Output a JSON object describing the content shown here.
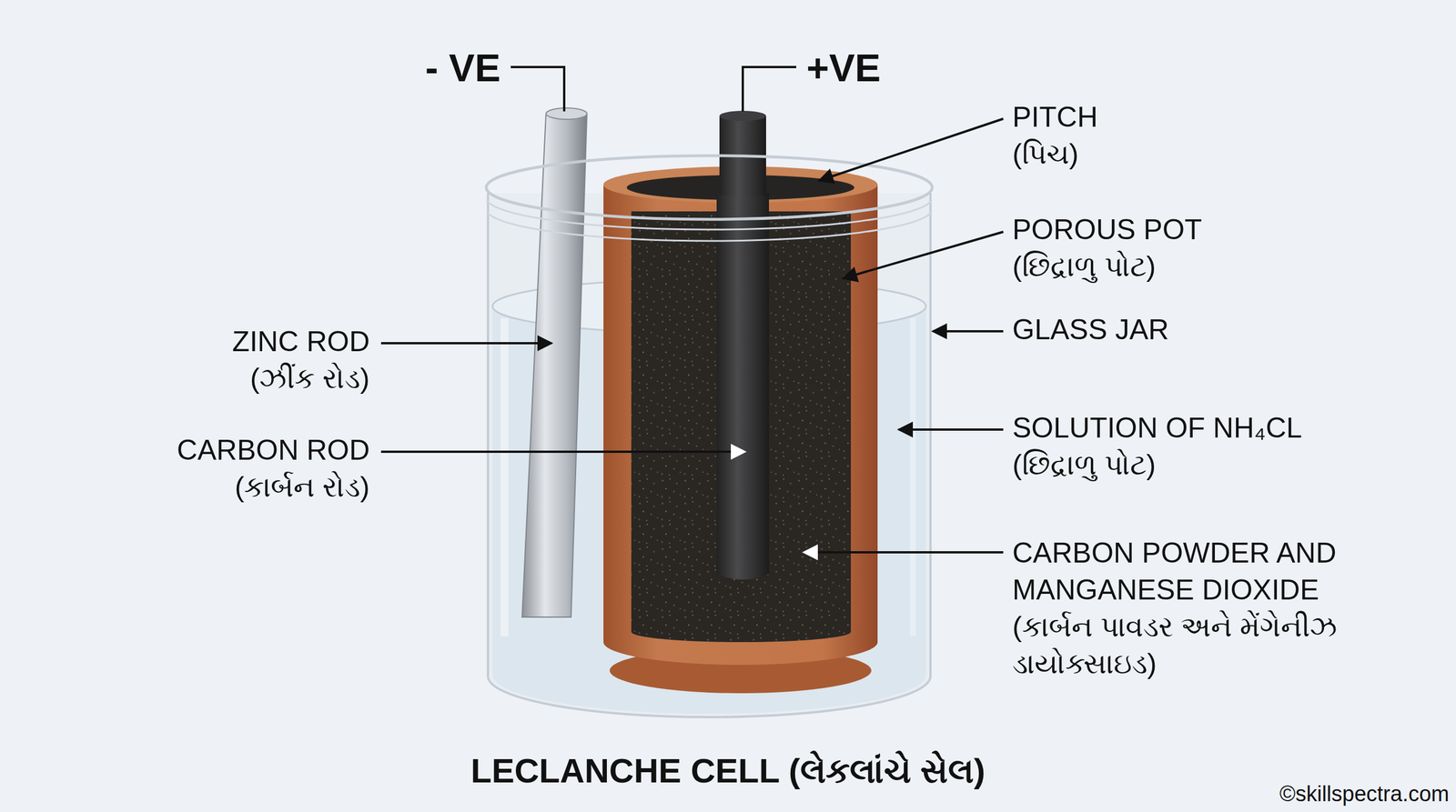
{
  "diagram": {
    "title": "LECLANCHE CELL (લેકલાંચે સેલ)",
    "labels": [
      "- VE",
      "+VE",
      "PITCH",
      "(પિચ)",
      "POROUS POT",
      "(છિદ્રાળુ પોટ)",
      "GLASS JAR",
      "ZINC ROD",
      "(ઝીંક રોડ)",
      "CARBON ROD",
      "(કાર્બન રોડ)",
      "SOLUTION OF NH₄CL",
      "(છિદ્રાળુ પોટ)",
      "CARBON POWDER AND MANGANESE DIOXIDE",
      "(કાર્બન પાવડર અને મેંગેનીઝ ડાયોક્સાઇડ)",
      "©skillspectra.com"
    ]
  }
}
